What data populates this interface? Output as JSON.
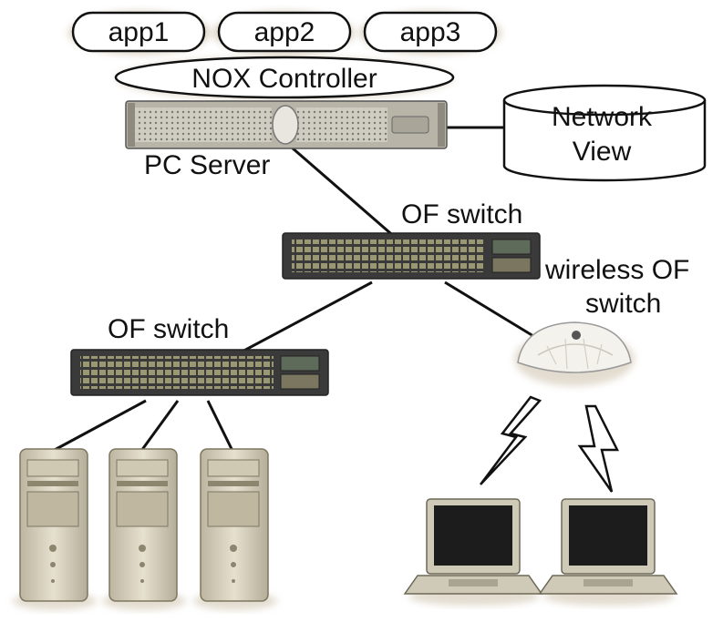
{
  "apps": [
    "app1",
    "app2",
    "app3"
  ],
  "controller_label": "NOX Controller",
  "server_label": "PC Server",
  "network_view": {
    "line1": "Network",
    "line2": "View"
  },
  "of_switch_top_label": "OF switch",
  "of_switch_left_label": "OF switch",
  "wireless_label": {
    "line1": "wireless OF",
    "line2": "switch"
  },
  "colors": {
    "switch_body": "#3a3a3a",
    "switch_ports": "#8c8c6a",
    "server_body": "#d9d6cc",
    "tower_body": "#d8d2bf",
    "laptop_screen": "#1c1c1c",
    "laptop_body": "#cfc9b8",
    "lightning": "#ffffff"
  }
}
